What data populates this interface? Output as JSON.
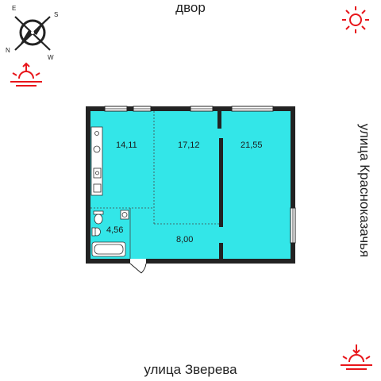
{
  "streets": {
    "top": "двор",
    "right": "улица Краснока­зачья",
    "bottom": "улица Зверева"
  },
  "compass": {
    "n": "N",
    "s": "S",
    "e": "E",
    "w": "W"
  },
  "rooms": [
    {
      "id": "kitchen",
      "area": "14,11"
    },
    {
      "id": "room-middle",
      "area": "17,12"
    },
    {
      "id": "room-right",
      "area": "21,55"
    },
    {
      "id": "hall",
      "area": "8,00"
    },
    {
      "id": "bathroom",
      "area": "4,56"
    }
  ],
  "colors": {
    "floor": "#33e6e8",
    "wall": "#222222",
    "sun": "#e8161b"
  },
  "icons": [
    "compass-icon",
    "sunrise-icon",
    "sun-icon",
    "sunset-icon"
  ]
}
